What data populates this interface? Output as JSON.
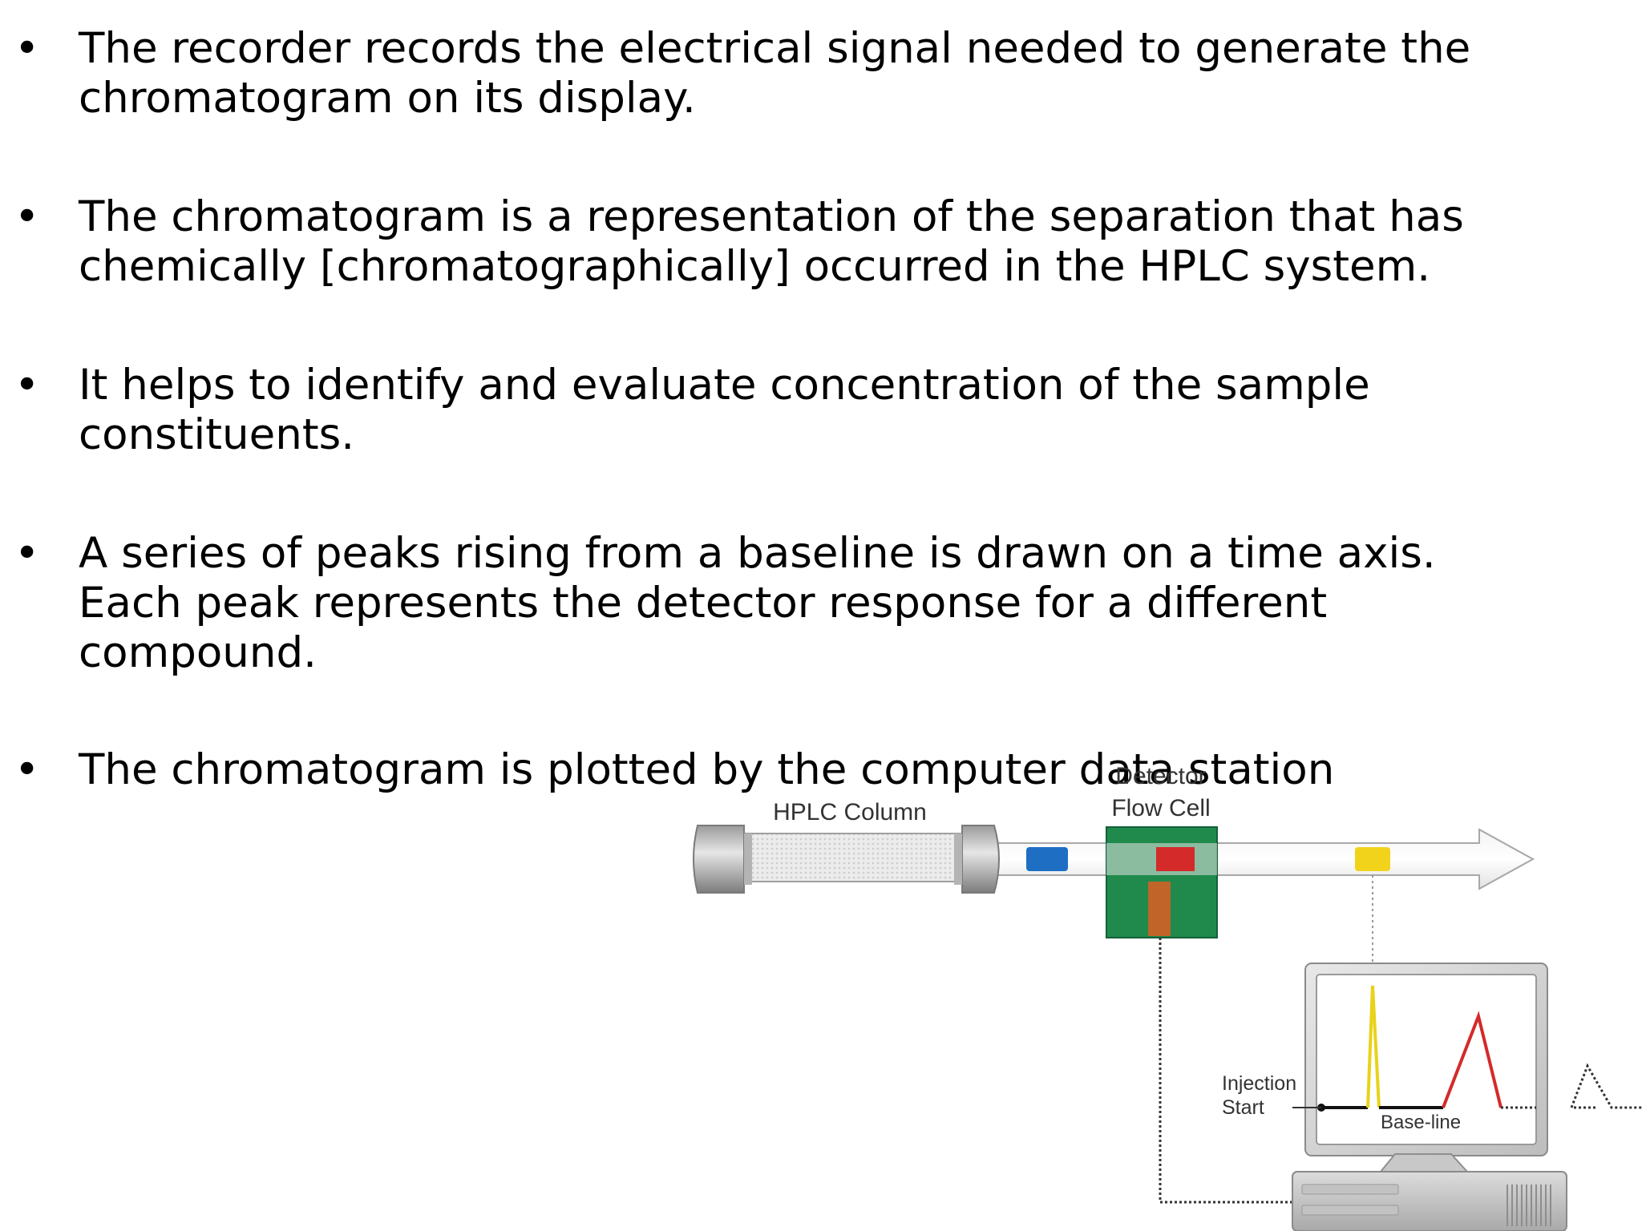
{
  "bullets": [
    {
      "lines": [
        "The recorder records the electrical signal needed to generate the",
        "chromatogram on its display."
      ]
    },
    {
      "lines": [
        "The chromatogram is a representation of the separation that has",
        "chemically [chromatographically] occurred in the HPLC system."
      ]
    },
    {
      "lines": [
        "It helps to identify and evaluate concentration of the sample",
        "constituents."
      ]
    },
    {
      "lines": [
        "A series of peaks rising from a baseline is drawn on a time axis.",
        "Each peak represents the detector response for a different",
        "compound."
      ]
    },
    {
      "lines": [
        "The chromatogram is plotted by the computer data station"
      ]
    }
  ],
  "bullet_glyph": "•",
  "diagram": {
    "column_label": "HPLC Column",
    "detector_label_1": "Detector",
    "detector_label_2": "Flow Cell",
    "injection_label_1": "Injection",
    "injection_label_2": "Start",
    "baseline_label": "Base-line",
    "colors": {
      "blue_band": "#1e6fc4",
      "red_band": "#d42a2a",
      "yellow_band": "#f2d31c",
      "detector_green": "#1f8a4c",
      "detector_orange": "#c0642a",
      "yellow_peak": "#e8d21a",
      "red_peak": "#d42a2a"
    }
  }
}
